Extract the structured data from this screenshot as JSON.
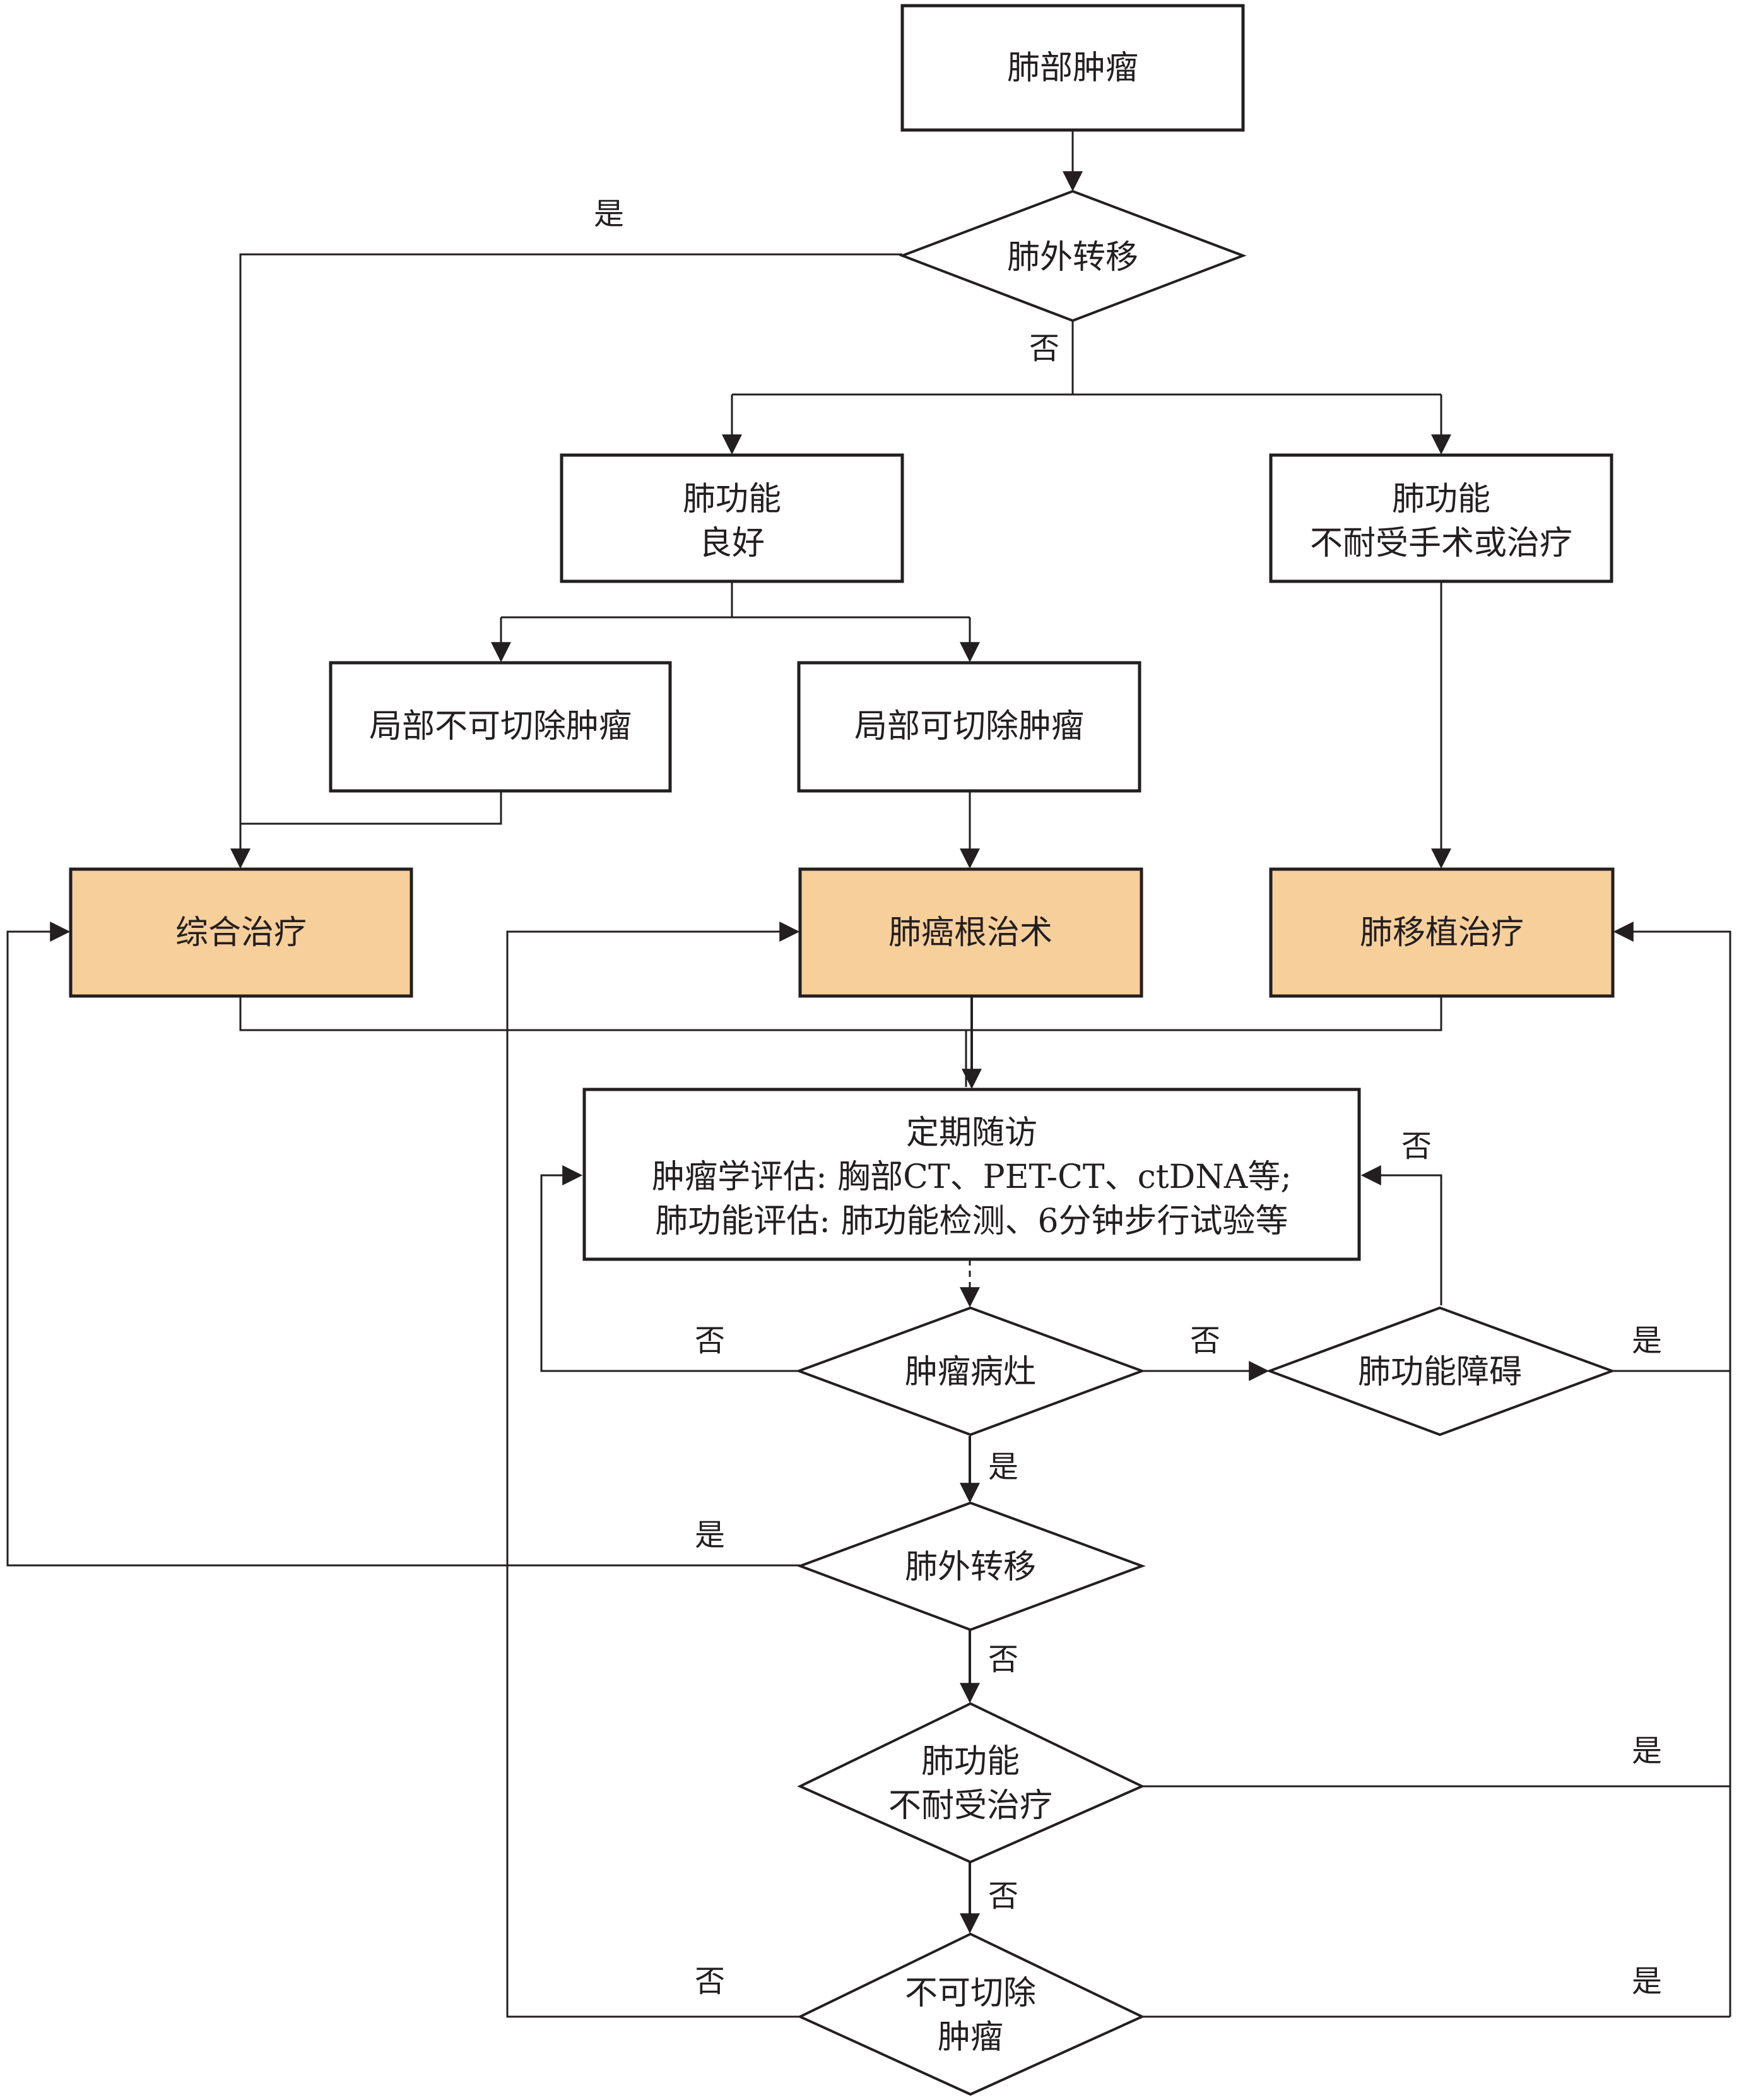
{
  "nodes": {
    "lung_tumor": "肺部肿瘤",
    "extrapulmonary_mets_1": "肺外转移",
    "lung_func_good": [
      "肺功能",
      "良好"
    ],
    "lung_func_intolerant": [
      "肺功能",
      "不耐受手术或治疗"
    ],
    "local_unresectable": "局部不可切除肿瘤",
    "local_resectable": "局部可切除肿瘤",
    "comprehensive_treatment": "综合治疗",
    "radical_surgery": "肺癌根治术",
    "lung_transplant": "肺移植治疗",
    "regular_followup": [
      "定期随访",
      "肿瘤学评估: 胸部CT、PET-CT、ctDNA等;",
      "肺功能评估: 肺功能检测、6分钟步行试验等"
    ],
    "tumor_lesion": "肿瘤病灶",
    "lung_dysfunction": "肺功能障碍",
    "extrapulmonary_mets_2": "肺外转移",
    "lung_func_intolerant_treatment": [
      "肺功能",
      "不耐受治疗"
    ],
    "unresectable_tumor": [
      "不可切除",
      "肿瘤"
    ]
  },
  "labels": {
    "yes": "是",
    "no": "否"
  },
  "colors": {
    "highlight": "#f7cf9b",
    "line": "#231f20"
  }
}
